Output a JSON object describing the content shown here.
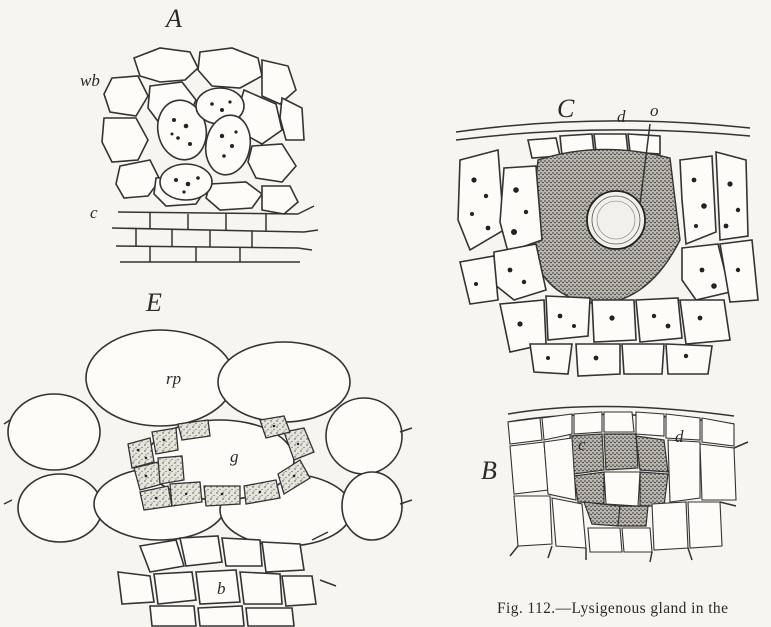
{
  "figure": {
    "panels": {
      "A": {
        "letter": "A",
        "labels": {
          "wb": "wb",
          "c": "c"
        }
      },
      "C": {
        "letter": "C",
        "labels": {
          "d": "d",
          "o": "o"
        }
      },
      "E": {
        "letter": "E",
        "labels": {
          "rp": "rp",
          "g": "g",
          "b": "b"
        }
      },
      "B": {
        "letter": "B",
        "labels": {
          "d": "d",
          "c": "c"
        }
      }
    },
    "caption": "Fig. 112.—Lysigenous gland in the"
  }
}
